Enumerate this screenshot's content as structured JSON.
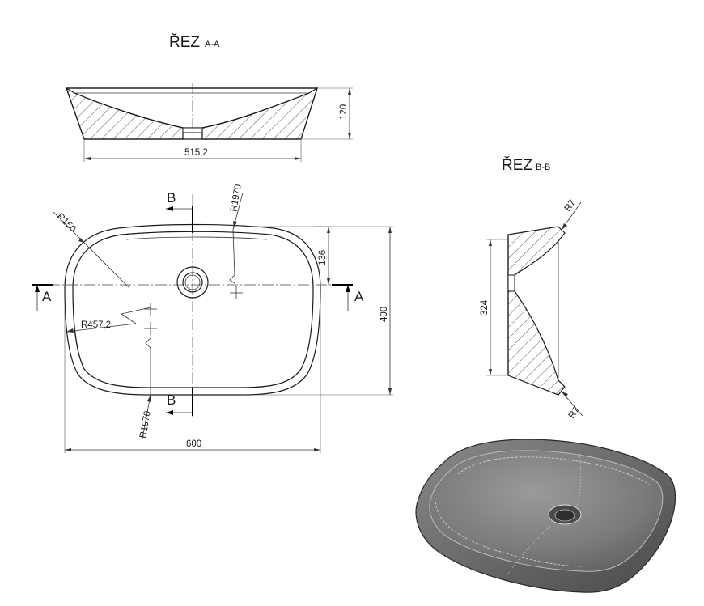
{
  "section_aa": {
    "title": "ŘEZ",
    "suffix": "A-A"
  },
  "section_bb": {
    "title": "ŘEZ",
    "suffix": "B-B"
  },
  "dimensions": {
    "aa_width": "515,2",
    "aa_height": "120",
    "top_width": "600",
    "top_height": "400",
    "drain_offset": "136",
    "corner_radius": "R150",
    "side_radius": "R457,2",
    "long_radius_top": "R1970",
    "long_radius_bottom": "R1970",
    "bb_height": "324",
    "bb_radius_top": "R7",
    "bb_radius_bottom": "R7"
  },
  "cut_labels": {
    "b_top": "B",
    "b_bottom": "B",
    "a_left": "A",
    "a_right": "A"
  },
  "colors": {
    "line": "#1a1a1a",
    "hatch": "#444444",
    "render_body": "#6e6e6e"
  }
}
